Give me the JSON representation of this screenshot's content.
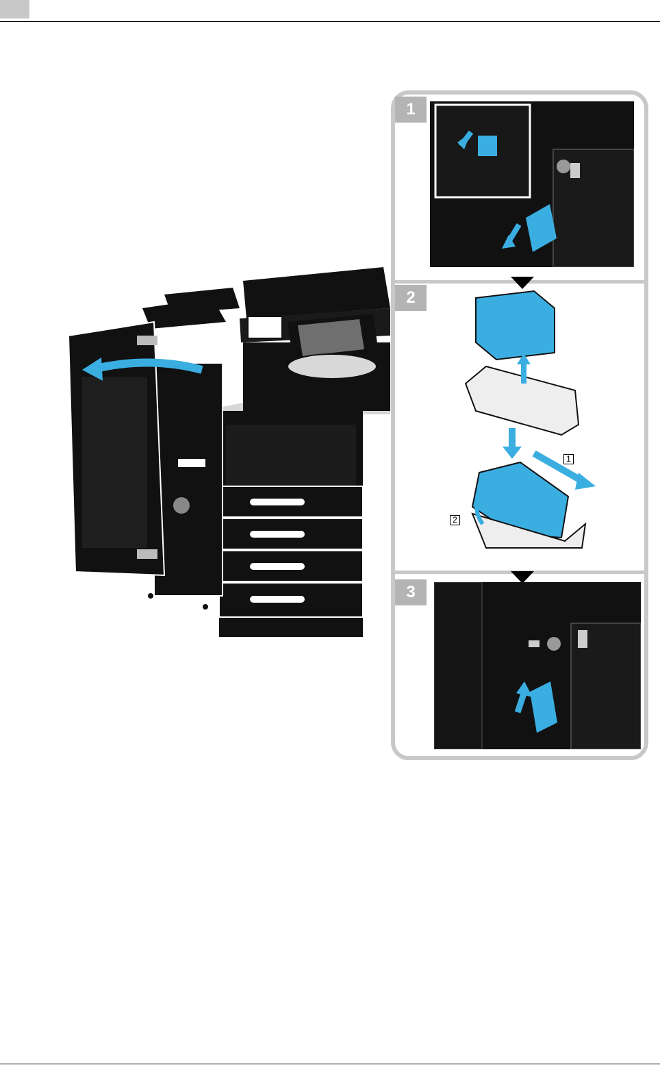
{
  "colors": {
    "accent_cyan": "#3aaee0",
    "panel_gray": "#c8c8c8",
    "badge_gray": "#b4b4b4",
    "machine_black": "#111111"
  },
  "steps": [
    {
      "number": "1"
    },
    {
      "number": "2",
      "callouts": [
        "1",
        "2"
      ]
    },
    {
      "number": "3"
    }
  ]
}
